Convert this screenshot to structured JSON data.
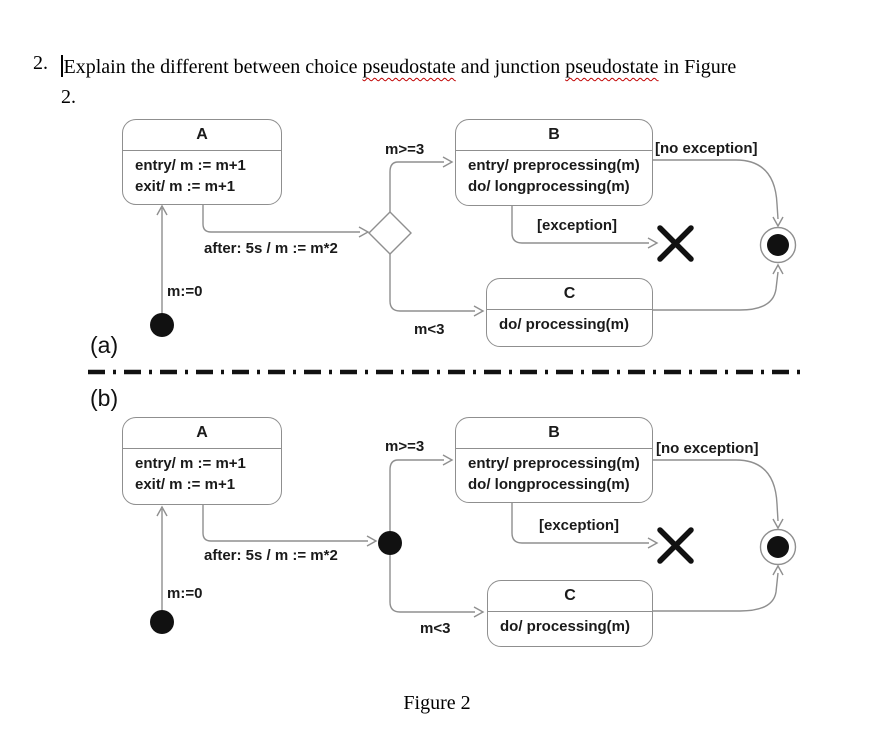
{
  "colors": {
    "diagram_line": "#8f8f8f",
    "diagram_text": "#1a1a1a",
    "terminate_x": "#111111",
    "state_fill": "#ffffff",
    "spell_check_underline": "#c00000"
  },
  "question": {
    "number": "2.",
    "seg1": "Explain the different between choice ",
    "seg2": "pseudostate",
    "seg3": " and junction ",
    "seg4": "pseudostate",
    "seg5": " in Figure",
    "tail": "2."
  },
  "figure_caption": "Figure 2",
  "diagram_a": {
    "label": "(a)",
    "pseudostate_type": "choice",
    "states": {
      "A": {
        "title": "A",
        "lines": [
          "entry/ m := m+1",
          "exit/ m := m+1"
        ]
      },
      "B": {
        "title": "B",
        "lines": [
          "entry/ preprocessing(m)",
          "do/ longprocessing(m)"
        ]
      },
      "C": {
        "title": "C",
        "lines": [
          "do/ processing(m)"
        ]
      }
    },
    "labels": {
      "initial_action": "m:=0",
      "after_transition": "after: 5s / m := m*2",
      "guard_ge3": "m>=3",
      "guard_lt3": "m<3",
      "guard_no_exception": "[no exception]",
      "guard_exception": "[exception]"
    }
  },
  "diagram_b": {
    "label": "(b)",
    "pseudostate_type": "junction",
    "states": {
      "A": {
        "title": "A",
        "lines": [
          "entry/ m := m+1",
          "exit/ m := m+1"
        ]
      },
      "B": {
        "title": "B",
        "lines": [
          "entry/ preprocessing(m)",
          "do/ longprocessing(m)"
        ]
      },
      "C": {
        "title": "C",
        "lines": [
          "do/ processing(m)"
        ]
      }
    },
    "labels": {
      "initial_action": "m:=0",
      "after_transition": "after: 5s / m := m*2",
      "guard_ge3": "m>=3",
      "guard_lt3": "m<3",
      "guard_no_exception": "[no exception]",
      "guard_exception": "[exception]"
    }
  }
}
